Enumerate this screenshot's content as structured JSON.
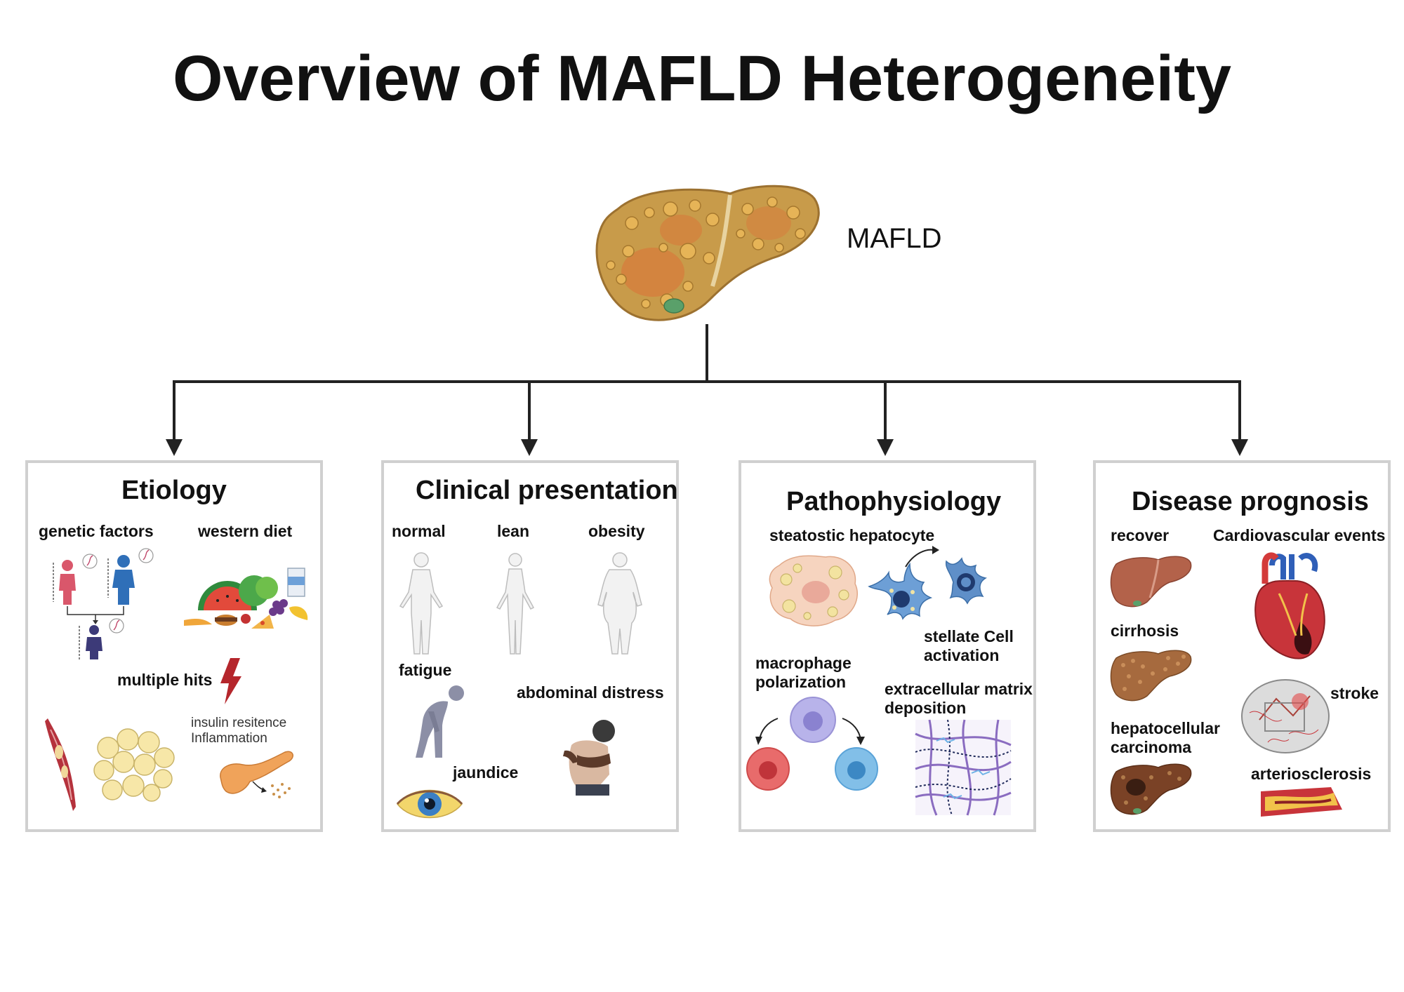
{
  "title": "Overview of MAFLD Heterogeneity",
  "center": {
    "label": "MAFLD"
  },
  "panels": {
    "etiology": {
      "title": "Etiology",
      "labels": [
        "genetic factors",
        "western diet",
        "multiple hits",
        "insulin resitence",
        "Inflammation"
      ]
    },
    "clinical": {
      "title": "Clinical presentation",
      "labels": [
        "normal",
        "lean",
        "obesity",
        "fatigue",
        "abdominal distress",
        "jaundice"
      ]
    },
    "patho": {
      "title": "Pathophysiology",
      "labels": [
        "steatostic hepatocyte",
        "stellate Cell",
        "activation",
        "macrophage",
        "polarization",
        "extracellular matrix",
        "deposition"
      ]
    },
    "prognosis": {
      "title": "Disease prognosis",
      "labels": [
        "recover",
        "Cardiovascular events",
        "cirrhosis",
        "stroke",
        "hepatocellular",
        "carcinoma",
        "arteriosclerosis"
      ]
    }
  },
  "colors": {
    "liver": "#c89b4a",
    "border": "#d0d0d0",
    "arrow": "#222222"
  }
}
